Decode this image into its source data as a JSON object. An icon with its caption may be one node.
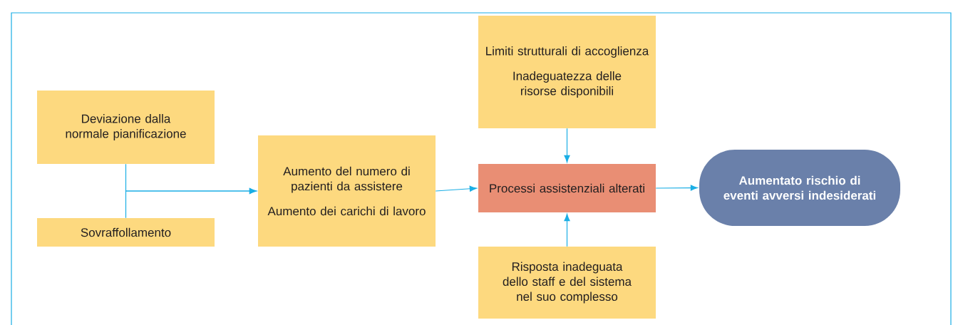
{
  "diagram": {
    "nodes": [
      {
        "text": [
          "Deviazione dalla normale pianificazione"
        ]
      },
      {
        "text": [
          "Sovraffollamento"
        ]
      },
      {
        "text": [
          "Aumento del numero di pazienti da assistere",
          "Aumento dei carichi di lavoro"
        ]
      },
      {
        "text": [
          "Limiti strutturali di accoglienza",
          "Inadeguatezza delle risorse disponibili"
        ]
      },
      {
        "text": [
          "Processi assistenziali alterati"
        ]
      },
      {
        "text": [
          "Aumentato rischio di eventi avversi indesiderati"
        ]
      },
      {
        "text": [
          "Risposta inadeguata dello staff e del sistema nel suo complesso"
        ]
      }
    ],
    "edges": [
      {
        "from": 0,
        "to": 2,
        "arrow": "to"
      },
      {
        "from": 1,
        "to": 2,
        "arrow": "to"
      },
      {
        "from": 2,
        "to": 4,
        "arrow": "to"
      },
      {
        "from": 3,
        "to": 4,
        "arrow": "to"
      },
      {
        "from": 6,
        "to": 4,
        "arrow": "to"
      },
      {
        "from": 4,
        "to": 5,
        "arrow": "to"
      }
    ]
  }
}
